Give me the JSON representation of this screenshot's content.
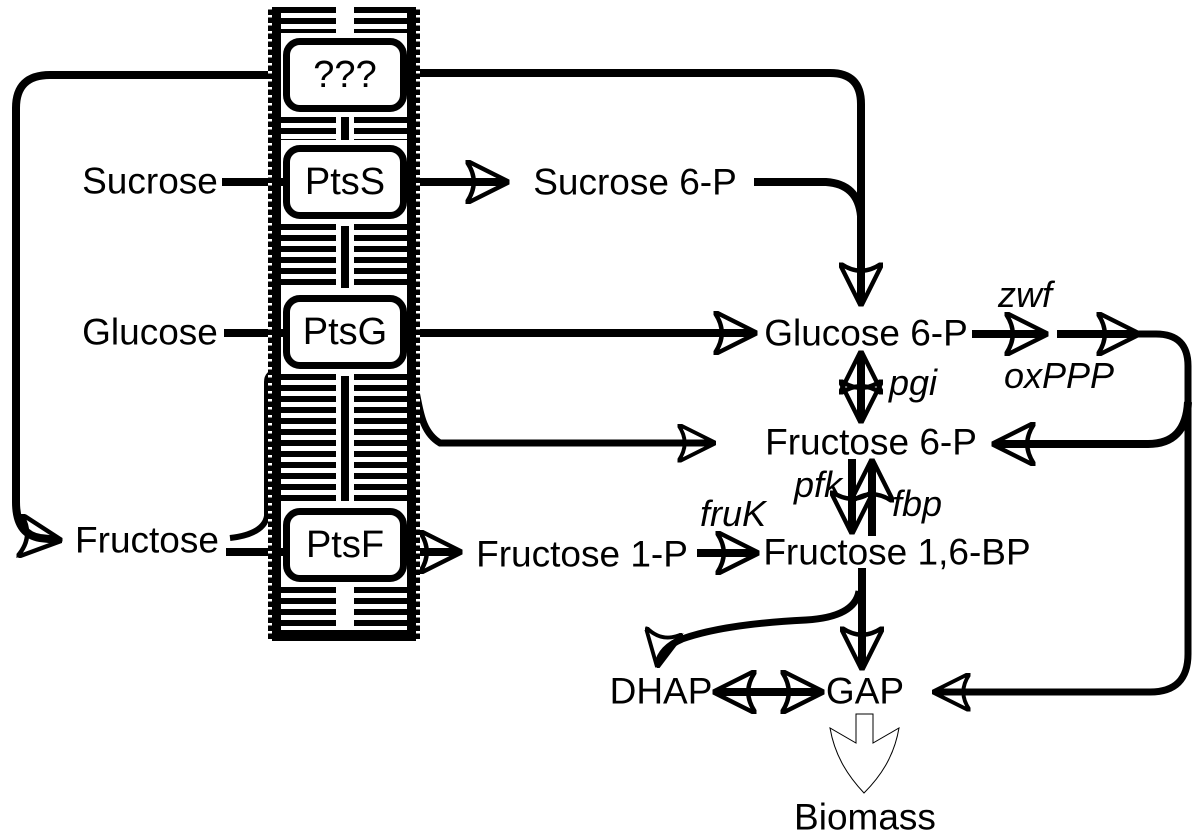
{
  "title": "Sugar uptake and central glycolysis pathway diagram",
  "colors": {
    "line": "#000000",
    "biomass_arrow": "#1FA350",
    "background": "#FFFFFF"
  },
  "transporters": {
    "unknown": "???",
    "ptsS": "PtsS",
    "ptsG": "PtsG",
    "ptsF": "PtsF"
  },
  "labels": {
    "sucrose": "Sucrose",
    "glucose": "Glucose",
    "fructose": "Fructose",
    "sucrose_6p": "Sucrose 6-P",
    "glucose_6p": "Glucose 6-P",
    "fructose_6p": "Fructose 6-P",
    "fructose_1p": "Fructose 1-P",
    "fructose_16bp": "Fructose 1,6-BP",
    "dhap": "DHAP",
    "gap": "GAP",
    "biomass": "Biomass"
  },
  "genes": {
    "zwf": "zwf",
    "oxPPP": "oxPPP",
    "pgi": "pgi",
    "pfk": "pfk",
    "fbp": "fbp",
    "fruK": "fruK"
  }
}
